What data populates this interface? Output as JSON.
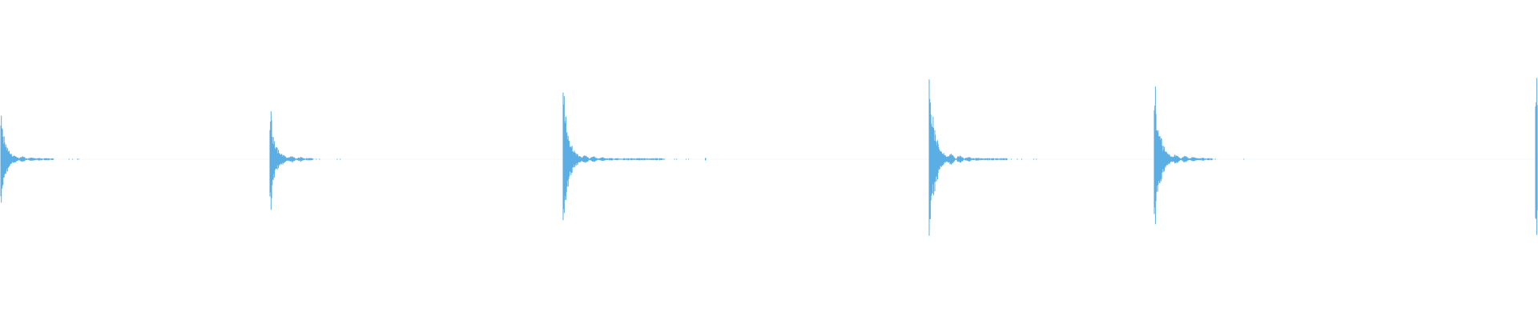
{
  "waveform": {
    "color": "#5aaee3",
    "events": [
      {
        "peak": 0.47,
        "decay": 0.85
      },
      {
        "peak": 0.57,
        "decay": 0.8
      },
      {
        "peak": 0.76,
        "decay": 0.9
      },
      {
        "peak": 0.91,
        "decay": 1.0
      },
      {
        "peak": 0.84,
        "decay": 0.9
      },
      {
        "peak": 0.95,
        "decay": 0.1
      }
    ]
  }
}
